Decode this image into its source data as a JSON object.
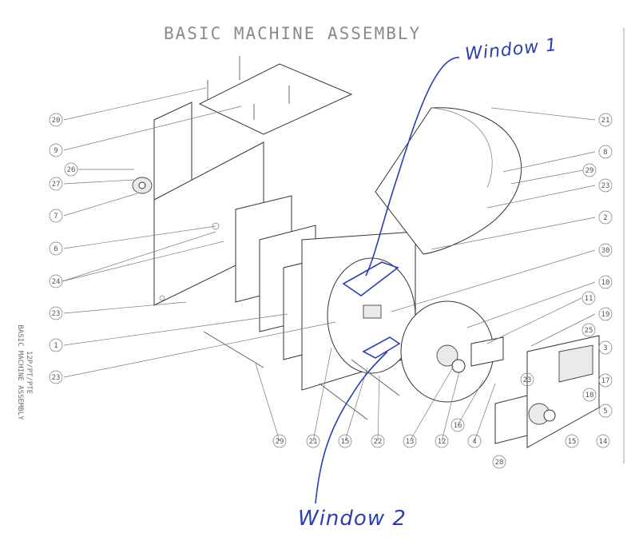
{
  "title": "BASIC MACHINE ASSEMBLY",
  "side_label": [
    "12P/PT/PTE",
    "BASIC MACHINE ASSEMBLY"
  ],
  "annotations": {
    "window1": "Window 1",
    "window2": "Window 2"
  },
  "callouts": [
    "20",
    "9",
    "26",
    "27",
    "7",
    "6",
    "24",
    "23",
    "1",
    "23",
    "29",
    "21",
    "15",
    "22",
    "13",
    "12",
    "16",
    "4",
    "28",
    "15",
    "14",
    "5",
    "18",
    "17",
    "3",
    "23",
    "25",
    "19",
    "11",
    "10",
    "30",
    "2",
    "23",
    "29",
    "8",
    "21"
  ],
  "colors": {
    "ink": "#2b3fb0",
    "line": "#5a5a5a",
    "title": "#8a8a8a"
  }
}
